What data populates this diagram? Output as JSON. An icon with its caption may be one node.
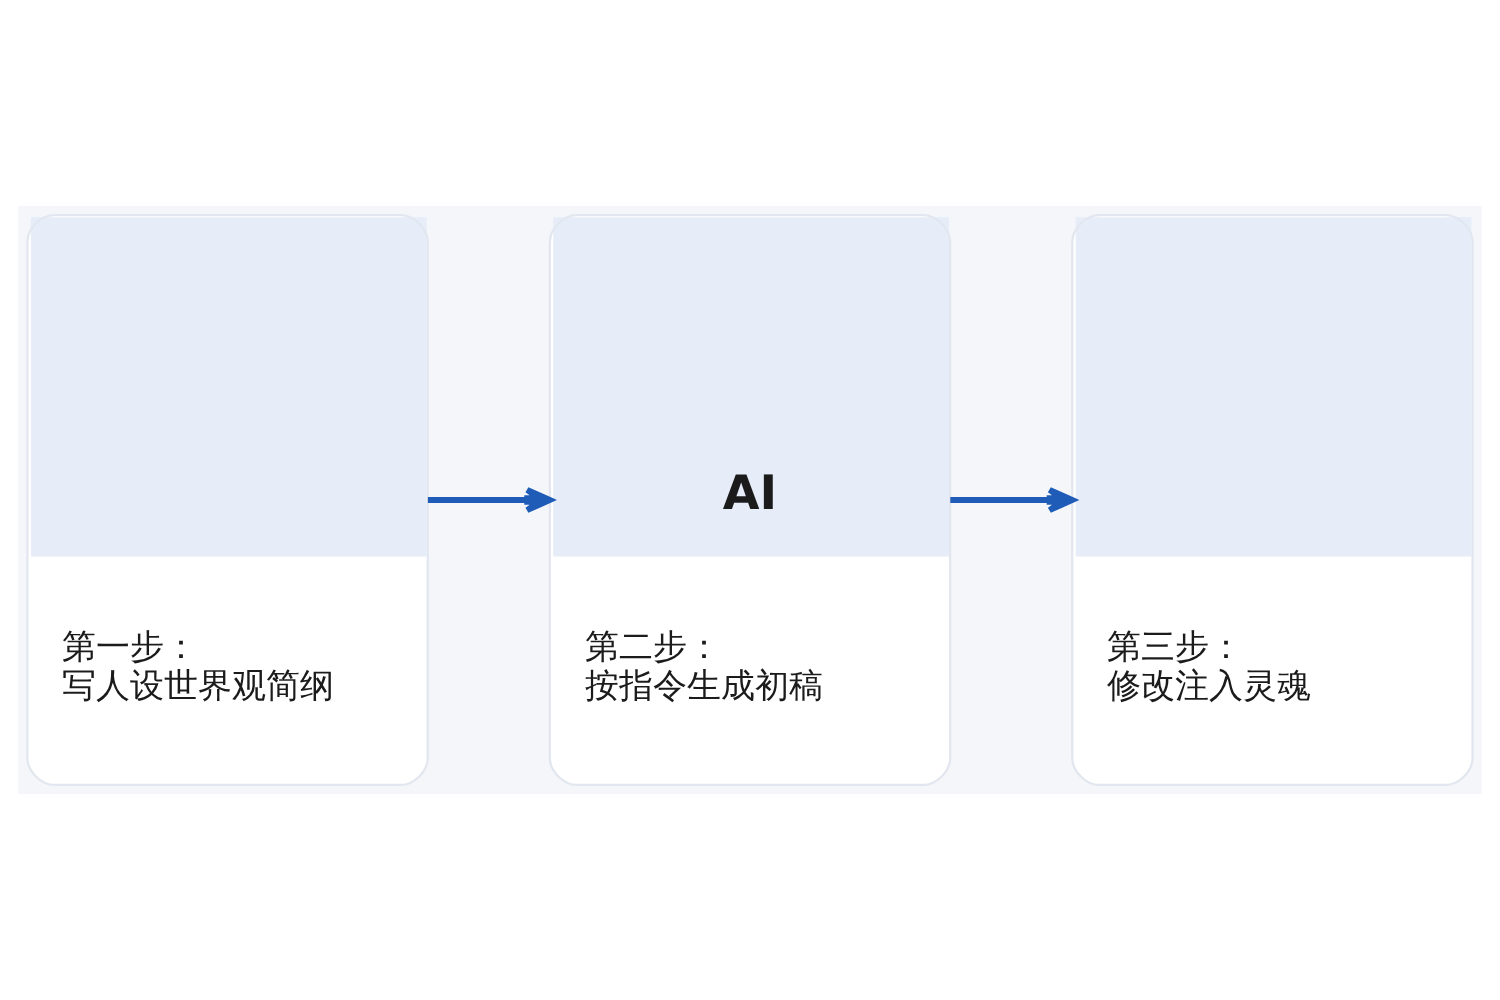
{
  "diagram": {
    "nodes": [
      {
        "text": [
          "第一步：",
          "写人设世界观简纲"
        ]
      },
      {
        "text": [
          "AI",
          "第二步：",
          "按指令生成初稿"
        ]
      },
      {
        "text": [
          "第三步：",
          "修改注入灵魂"
        ]
      }
    ],
    "edges": [
      {
        "from": 0,
        "to": 1,
        "arrow": "to"
      },
      {
        "from": 1,
        "to": 2,
        "arrow": "to"
      }
    ]
  }
}
